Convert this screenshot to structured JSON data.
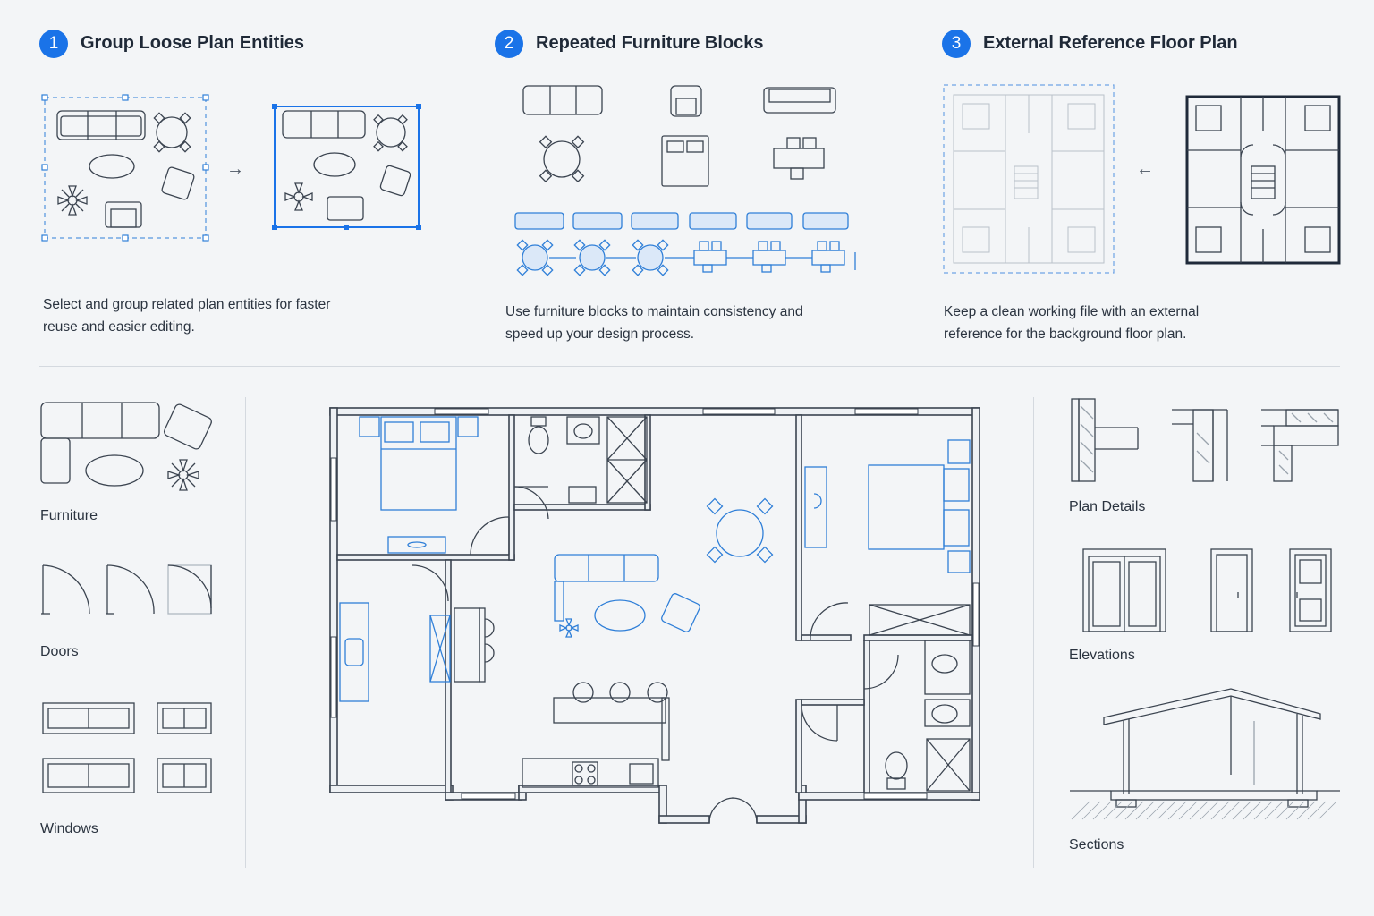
{
  "steps": [
    {
      "number": "1",
      "title": "Group Loose Plan Entities",
      "description": "Select and group related plan entities for faster reuse and easier editing."
    },
    {
      "number": "2",
      "title": "Repeated Furniture Blocks",
      "description": "Use furniture blocks to maintain consistency and speed up your design process."
    },
    {
      "number": "3",
      "title": "External Reference Floor Plan",
      "description": "Keep a clean working file with an external reference for the background floor plan."
    }
  ],
  "library_left": {
    "furniture": "Furniture",
    "doors": "Doors",
    "windows": "Windows"
  },
  "library_right": {
    "plan_details": "Plan Details",
    "elevations": "Elevations",
    "sections": "Sections"
  },
  "arrows": {
    "right": "→",
    "left": "←"
  },
  "colors": {
    "accent": "#1a73e8",
    "line": "#3b4450",
    "block": "#2f7fd8",
    "background": "#f3f5f7"
  }
}
